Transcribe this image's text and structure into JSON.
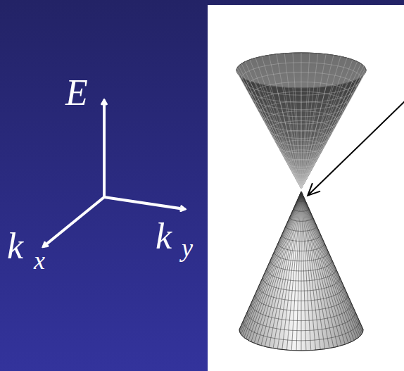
{
  "diagram": {
    "labels": [
      "E",
      "k",
      "x",
      "k",
      "y"
    ]
  }
}
